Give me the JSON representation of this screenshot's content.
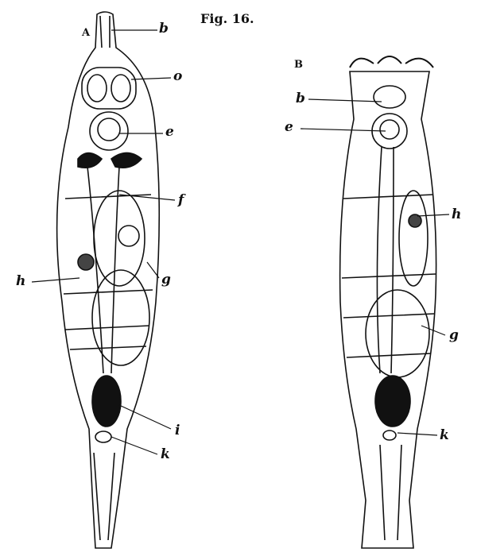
{
  "figure": {
    "title": "Fig. 16.",
    "panel_a": {
      "letter": "A",
      "labels": [
        "b",
        "o",
        "e",
        "f",
        "g",
        "h",
        "i",
        "k"
      ]
    },
    "panel_b": {
      "letter": "B",
      "labels": [
        "b",
        "e",
        "h",
        "g",
        "k"
      ]
    }
  }
}
